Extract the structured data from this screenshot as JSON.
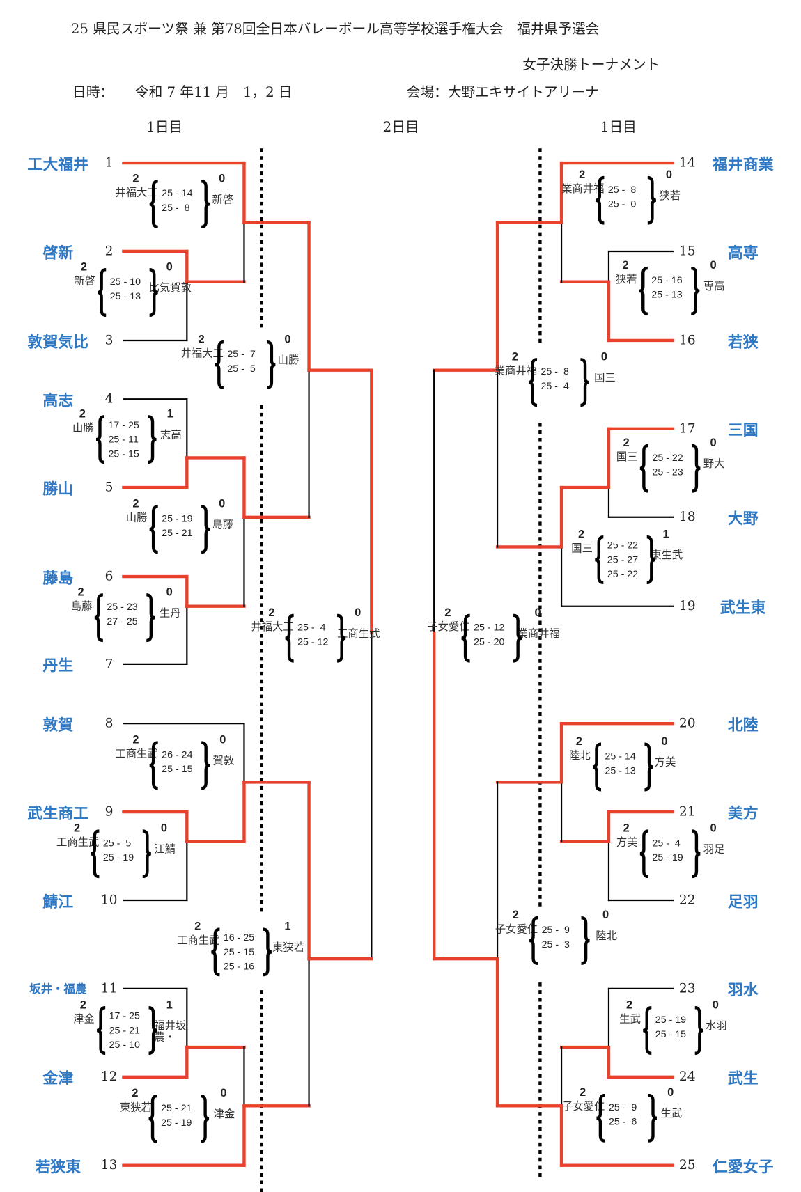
{
  "header": {
    "title": "25 県民スポーツ祭 兼 第78回全日本バレーボール高等学校選手権大会　福井県予選会",
    "subtitle": "女子決勝トーナメント",
    "date_label": "日時：",
    "date_value": "令和 7 年11 月　1，2 日",
    "venue": "会場：大野エキサイトアリーナ",
    "day_left": "1日目",
    "day_center": "2日目",
    "day_right": "1日目"
  },
  "teams_left": [
    {
      "no": "1",
      "name": "工大福井"
    },
    {
      "no": "2",
      "name": "啓新"
    },
    {
      "no": "3",
      "name": "敦賀気比"
    },
    {
      "no": "4",
      "name": "高志"
    },
    {
      "no": "5",
      "name": "勝山"
    },
    {
      "no": "6",
      "name": "藤島"
    },
    {
      "no": "7",
      "name": "丹生"
    },
    {
      "no": "8",
      "name": "敦賀"
    },
    {
      "no": "9",
      "name": "武生商工"
    },
    {
      "no": "10",
      "name": "鯖江"
    },
    {
      "no": "11",
      "name": "坂井・福農"
    },
    {
      "no": "12",
      "name": "金津"
    },
    {
      "no": "13",
      "name": "若狭東"
    }
  ],
  "teams_right": [
    {
      "no": "14",
      "name": "福井商業"
    },
    {
      "no": "15",
      "name": "高専"
    },
    {
      "no": "16",
      "name": "若狭"
    },
    {
      "no": "17",
      "name": "三国"
    },
    {
      "no": "18",
      "name": "大野"
    },
    {
      "no": "19",
      "name": "武生東"
    },
    {
      "no": "20",
      "name": "北陸"
    },
    {
      "no": "21",
      "name": "美方"
    },
    {
      "no": "22",
      "name": "足羽"
    },
    {
      "no": "23",
      "name": "羽水"
    },
    {
      "no": "24",
      "name": "武生"
    },
    {
      "no": "25",
      "name": "仁愛女子"
    }
  ],
  "matches": [
    {
      "winner": "工大福井",
      "winner_sets": "2",
      "loser": "啓新",
      "loser_sets": "0",
      "scores": [
        "25 - 14",
        "25 -  8"
      ]
    },
    {
      "winner": "啓新",
      "winner_sets": "2",
      "loser": "敦賀気比",
      "loser_sets": "0",
      "scores": [
        "25 - 10",
        "25 - 13"
      ]
    },
    {
      "winner": "工大福井",
      "winner_sets": "2",
      "loser": "勝山",
      "loser_sets": "0",
      "scores": [
        "25 -  7",
        "25 -  5"
      ]
    },
    {
      "winner": "勝山",
      "winner_sets": "2",
      "loser": "高志",
      "loser_sets": "1",
      "scores": [
        "17 - 25",
        "25 - 11",
        "25 - 15"
      ]
    },
    {
      "winner": "勝山",
      "winner_sets": "2",
      "loser": "藤島",
      "loser_sets": "0",
      "scores": [
        "25 - 19",
        "25 - 21"
      ]
    },
    {
      "winner": "藤島",
      "winner_sets": "2",
      "loser": "丹生",
      "loser_sets": "0",
      "scores": [
        "25 - 23",
        "27 - 25"
      ]
    },
    {
      "winner": "工大福井",
      "winner_sets": "2",
      "loser": "武生商工",
      "loser_sets": "0",
      "scores": [
        "25 -  4",
        "25 - 12"
      ]
    },
    {
      "winner": "武生商工",
      "winner_sets": "2",
      "loser": "敦賀",
      "loser_sets": "0",
      "scores": [
        "26 - 24",
        "25 - 15"
      ]
    },
    {
      "winner": "武生商工",
      "winner_sets": "2",
      "loser": "鯖江",
      "loser_sets": "0",
      "scores": [
        "25 -  5",
        "25 - 19"
      ]
    },
    {
      "winner": "武生商工",
      "winner_sets": "2",
      "loser": "若狭東",
      "loser_sets": "1",
      "scores": [
        "16 - 25",
        "25 - 15",
        "25 - 16"
      ]
    },
    {
      "winner": "金津",
      "winner_sets": "2",
      "loser": "坂井・福農",
      "loser_sets": "1",
      "scores": [
        "17 - 25",
        "25 - 21",
        "25 - 10"
      ]
    },
    {
      "winner": "若狭東",
      "winner_sets": "2",
      "loser": "金津",
      "loser_sets": "0",
      "scores": [
        "25 - 21",
        "25 - 19"
      ]
    },
    {
      "winner": "福井商業",
      "winner_sets": "2",
      "loser": "若狭",
      "loser_sets": "0",
      "scores": [
        "25 -  8",
        "25 -  0"
      ]
    },
    {
      "winner": "若狭",
      "winner_sets": "2",
      "loser": "高専",
      "loser_sets": "0",
      "scores": [
        "25 - 16",
        "25 - 13"
      ]
    },
    {
      "winner": "福井商業",
      "winner_sets": "2",
      "loser": "三国",
      "loser_sets": "0",
      "scores": [
        "25 -  8",
        "25 -  4"
      ]
    },
    {
      "winner": "三国",
      "winner_sets": "2",
      "loser": "大野",
      "loser_sets": "0",
      "scores": [
        "25 - 22",
        "25 - 23"
      ]
    },
    {
      "winner": "三国",
      "winner_sets": "2",
      "loser": "武生東",
      "loser_sets": "1",
      "scores": [
        "25 - 22",
        "25 - 27",
        "25 - 22"
      ]
    },
    {
      "winner": "仁愛女子",
      "winner_sets": "2",
      "loser": "福井商業",
      "loser_sets": "0",
      "scores": [
        "25 - 12",
        "25 - 20"
      ]
    },
    {
      "winner": "北陸",
      "winner_sets": "2",
      "loser": "美方",
      "loser_sets": "0",
      "scores": [
        "25 - 14",
        "25 - 13"
      ]
    },
    {
      "winner": "美方",
      "winner_sets": "2",
      "loser": "足羽",
      "loser_sets": "0",
      "scores": [
        "25 -  4",
        "25 - 19"
      ]
    },
    {
      "winner": "仁愛女子",
      "winner_sets": "2",
      "loser": "北陸",
      "loser_sets": "0",
      "scores": [
        "25 -  9",
        "25 -  3"
      ]
    },
    {
      "winner": "武生",
      "winner_sets": "2",
      "loser": "羽水",
      "loser_sets": "0",
      "scores": [
        "25 - 19",
        "25 - 15"
      ]
    },
    {
      "winner": "仁愛女子",
      "winner_sets": "2",
      "loser": "武生",
      "loser_sets": "0",
      "scores": [
        "25 -  9",
        "25 -  6"
      ]
    }
  ],
  "colors": {
    "winner_line": "#e8412c",
    "team_name": "#2f78c4",
    "line": "#000000"
  }
}
